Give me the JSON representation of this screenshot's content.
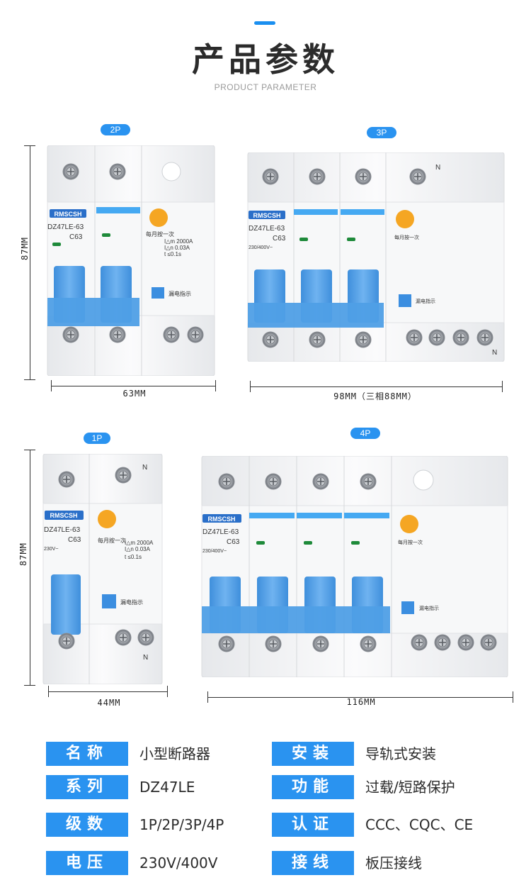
{
  "header": {
    "title": "产品参数",
    "subtitle": "PRODUCT PARAMETER"
  },
  "products": {
    "p2": {
      "tag": "2P",
      "width_label": "63MM",
      "height_label": "87MM"
    },
    "p3": {
      "tag": "3P",
      "width_label": "98MM（三相88MM）"
    },
    "p1": {
      "tag": "1P",
      "width_label": "44MM",
      "height_label": "87MM"
    },
    "p4": {
      "tag": "4P",
      "width_label": "116MM"
    }
  },
  "breaker_text": {
    "brand": "RMSCSH",
    "model": "DZ47LE-63",
    "rating": "C63",
    "press_monthly": "每月按一次",
    "leak_indicator": "漏电指示",
    "spec_2p": [
      "I△m 2000A",
      "I△n 0.03A",
      "t ≤0.1s"
    ],
    "volt_1p": "230V~",
    "volt_3p": "230/400V~",
    "neutral": "N"
  },
  "specs": {
    "rows": [
      {
        "label": "名称",
        "value": "小型断路器",
        "label2": "安装",
        "value2": "导轨式安装"
      },
      {
        "label": "系列",
        "value": "DZ47LE",
        "label2": "功能",
        "value2": "过载/短路保护"
      },
      {
        "label": "级数",
        "value": "1P/2P/3P/4P",
        "label2": "认证",
        "value2": "CCC、CQC、CE"
      },
      {
        "label": "电压",
        "value": "230V/400V",
        "label2": "接线",
        "value2": "板压接线"
      }
    ]
  },
  "colors": {
    "accent": "#2a93f0",
    "breaker_body": "#f2f3f5",
    "lever_blue": "#4f9fe6",
    "test_button": "#f5a623"
  }
}
